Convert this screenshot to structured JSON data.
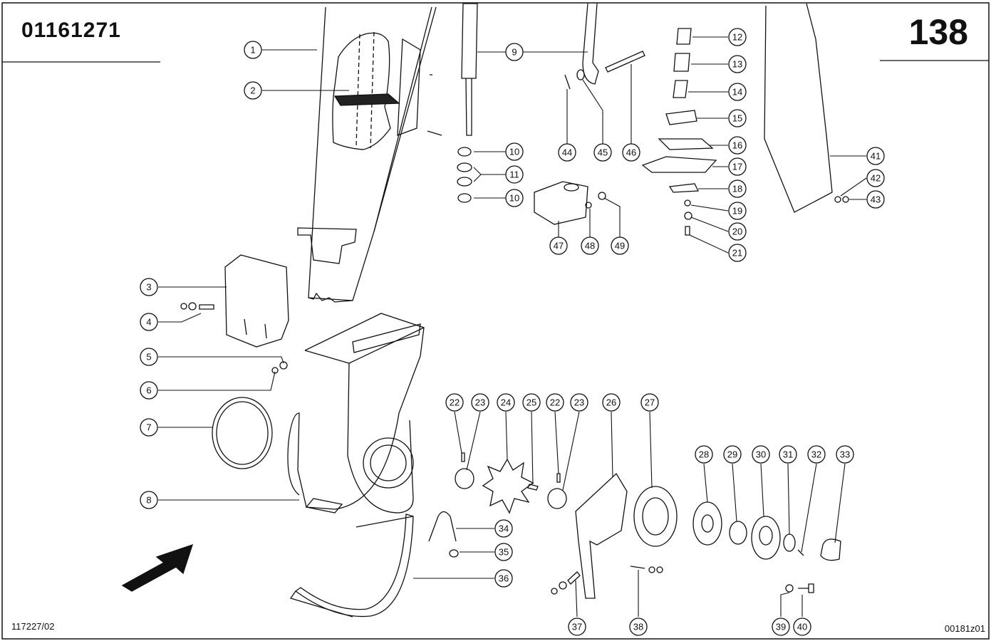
{
  "document_number": "01161271",
  "page_number": "138",
  "footer_left": "117227/02",
  "footer_right": "00181z01",
  "callouts": [
    "1",
    "2",
    "3",
    "4",
    "5",
    "6",
    "7",
    "8",
    "9",
    "10",
    "10",
    "11",
    "12",
    "13",
    "14",
    "15",
    "16",
    "17",
    "18",
    "19",
    "20",
    "21",
    "22",
    "23",
    "24",
    "25",
    "22",
    "23",
    "26",
    "27",
    "28",
    "29",
    "30",
    "31",
    "32",
    "33",
    "34",
    "35",
    "36",
    "37",
    "38",
    "39",
    "40",
    "41",
    "42",
    "43",
    "44",
    "45",
    "46",
    "47",
    "48",
    "49"
  ]
}
